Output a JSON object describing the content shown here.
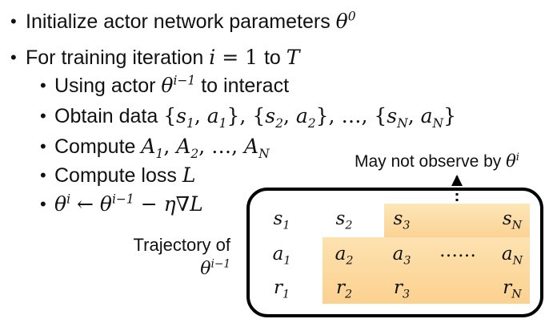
{
  "bullets": {
    "line1": {
      "text": "Initialize actor network parameters",
      "math": "θ",
      "sup": "0"
    },
    "line2": {
      "text": "For training iteration",
      "math_i": "i",
      "eq": " = 1 ",
      "to": "to",
      "math_T": "T"
    },
    "line3": {
      "text_a": "Using actor",
      "math": "θ",
      "sup": "i−1",
      "text_b": "to interact"
    },
    "line4": {
      "text": "Obtain data",
      "pairs": [
        {
          "s": "s",
          "a": "a",
          "sub": "1"
        },
        {
          "s": "s",
          "a": "a",
          "sub": "2"
        },
        {
          "s": "s",
          "a": "a",
          "sub": "N"
        }
      ],
      "ellipsis": "…"
    },
    "line5": {
      "text": "Compute",
      "math": "A",
      "subs": [
        "1",
        "2",
        "N"
      ],
      "ellipsis": "…"
    },
    "line6": {
      "text": "Compute loss",
      "math": "L"
    },
    "line7": {
      "theta": "θ",
      "sup_i": "i",
      "arrow": "←",
      "sup_i1": "i−1",
      "minus": "−",
      "eta": "η",
      "nabla": "∇",
      "L": "L"
    }
  },
  "note": {
    "text": "May not observe by",
    "math": "θ",
    "sup": "i"
  },
  "trajectory": {
    "label": "Trajectory of",
    "math": "θ",
    "sup": "i−1"
  },
  "table": {
    "rows": [
      {
        "var": "s",
        "subs": [
          "1",
          "2",
          "3",
          "",
          "N"
        ]
      },
      {
        "var": "a",
        "subs": [
          "1",
          "2",
          "3",
          "",
          "N"
        ]
      },
      {
        "var": "r",
        "subs": [
          "1",
          "2",
          "3",
          "",
          "N"
        ]
      }
    ],
    "middle_dots": "……"
  },
  "colors": {
    "bullet_dot": "#000000",
    "shade_light": "#fde6b8",
    "shade_mid": "#fbd190",
    "border": "#000000"
  }
}
